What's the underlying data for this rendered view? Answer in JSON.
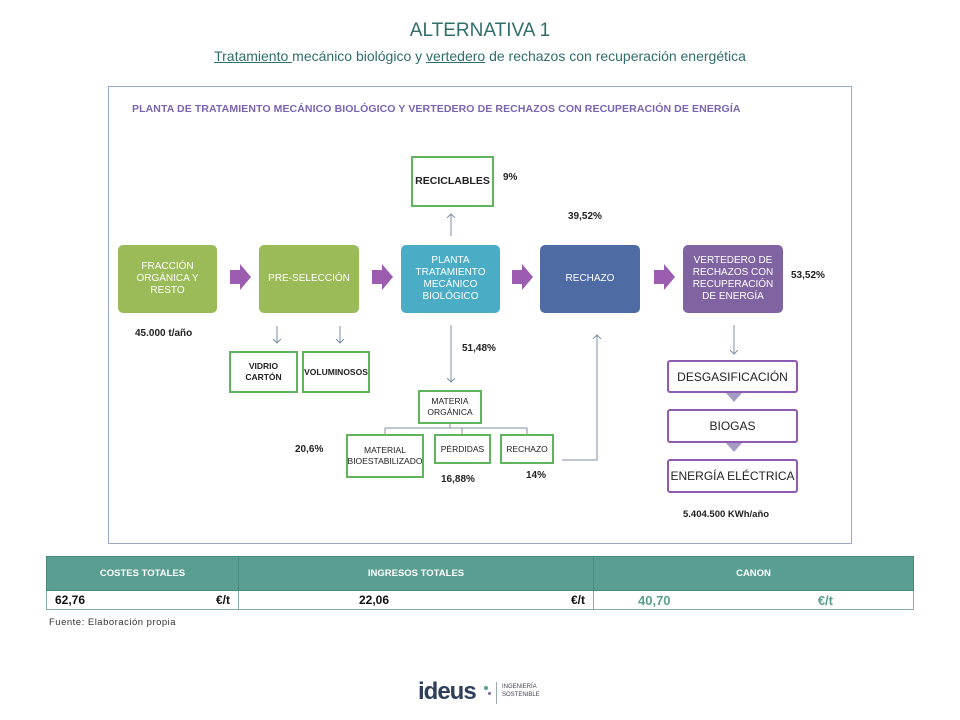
{
  "header": {
    "title": "ALTERNATIVA 1",
    "subtitle_part1": "Tratamiento ",
    "subtitle_part2": "mecánico biológico y ",
    "subtitle_part3": "vertedero",
    "subtitle_part4": " de rechazos con recuperación energética"
  },
  "diagram": {
    "title": "PLANTA DE TRATAMIENTO MECÁNICO BIOLÓGICO Y VERTEDERO DE RECHAZOS CON RECUPERACIÓN DE ENERGÍA",
    "boxes": {
      "fraccion": "FRACCIÓN ORGÁNICA Y RESTO",
      "preseleccion": "PRE-SELECCIÓN",
      "planta": "PLANTA TRATAMIENTO MECÁNICO BIOLÓGICO",
      "rechazo": "RECHAZO",
      "vertedero": "VERTEDERO DE RECHAZOS CON RECUPERACIÓN DE ENERGÍA",
      "reciclables": "RECICLABLES",
      "vidrio_1": "VIDRIO",
      "vidrio_2": "CARTÓN",
      "voluminosos": "VOLUMINOSOS",
      "materia_organica": "MATERIA ORGÁNICA",
      "material_bioestabilizado": "MATERIAL BIOESTABILIZADO",
      "perdidas": "PÉRDIDAS",
      "rechazo_small": "RECHAZO",
      "desgasificacion": "DESGASIFICACIÓN",
      "biogas": "BIOGAS",
      "energia_electrica": "ENERGÍA ELÉCTRICA"
    },
    "labels": {
      "pct_reciclables": "9%",
      "pct_rechazo": "39,52%",
      "pct_vertedero": "53,52%",
      "tonnage": "45.000 t/año",
      "pct_organica": "51,48%",
      "pct_bioestabilizado": "20,6%",
      "pct_perdidas": "16,88%",
      "pct_rechazo_small": "14%",
      "energy": "5.404.500  KWh/año"
    },
    "colors": {
      "green": "#9bbb59",
      "teal": "#4bacc6",
      "blue": "#4f6ba3",
      "purple": "#8064a2",
      "arrow": "#9c5cb0"
    }
  },
  "costs_table": {
    "headers": [
      "COSTES TOTALES",
      "INGRESOS TOTALES",
      "CANON"
    ],
    "values": [
      "62,76",
      "22,06",
      "40,70"
    ],
    "units": [
      "€/t",
      "€/t",
      "€/t"
    ]
  },
  "source": "Fuente: Elaboración propia",
  "logo": {
    "brand": "ideus",
    "tag1": "INGENIERÍA",
    "tag2": "SOSTENIBLE"
  }
}
